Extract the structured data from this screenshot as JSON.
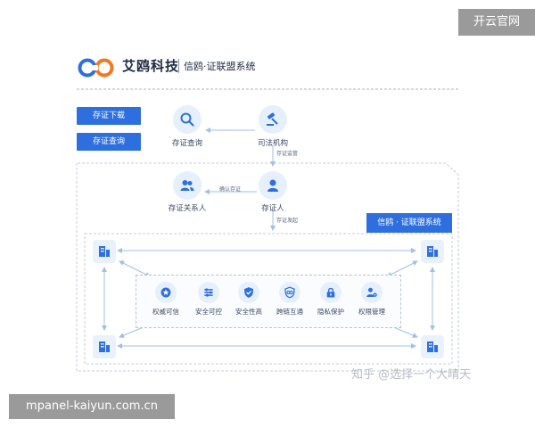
{
  "brand": {
    "name": "艾鸥科技",
    "subtitle": "信鸥·证联盟系统"
  },
  "buttons": {
    "download": "存证下载",
    "query": "存证查询"
  },
  "nodes": {
    "query": "存证查询",
    "judicial": "司法机构",
    "relation": "存证关系人",
    "holder": "存证人"
  },
  "edge_labels": {
    "supervise": "存证监管",
    "confirm": "确认存证",
    "initiate": "存证发起"
  },
  "system_badge": "信鸥 · 证联盟系统",
  "features": [
    "权威可信",
    "安全可控",
    "安全性高",
    "跨链互通",
    "隐私保护",
    "权限管理"
  ],
  "watermarks": {
    "top": "开云官网",
    "bottom": "mpanel-kaiyun.com.cn",
    "zhihu": "知乎 @选择一个大晴天"
  },
  "colors": {
    "accent": "#2e6fe0",
    "line": "#9ec2e6",
    "icon_bg": "#e6f0fc"
  },
  "icons": {
    "query": "search-icon",
    "judicial": "gavel-icon",
    "relation": "users-icon",
    "holder": "user-icon",
    "building": "building-icon",
    "features": [
      "star-badge-icon",
      "sliders-icon",
      "shield-check-icon",
      "link-shield-icon",
      "lock-icon",
      "user-settings-icon"
    ]
  }
}
